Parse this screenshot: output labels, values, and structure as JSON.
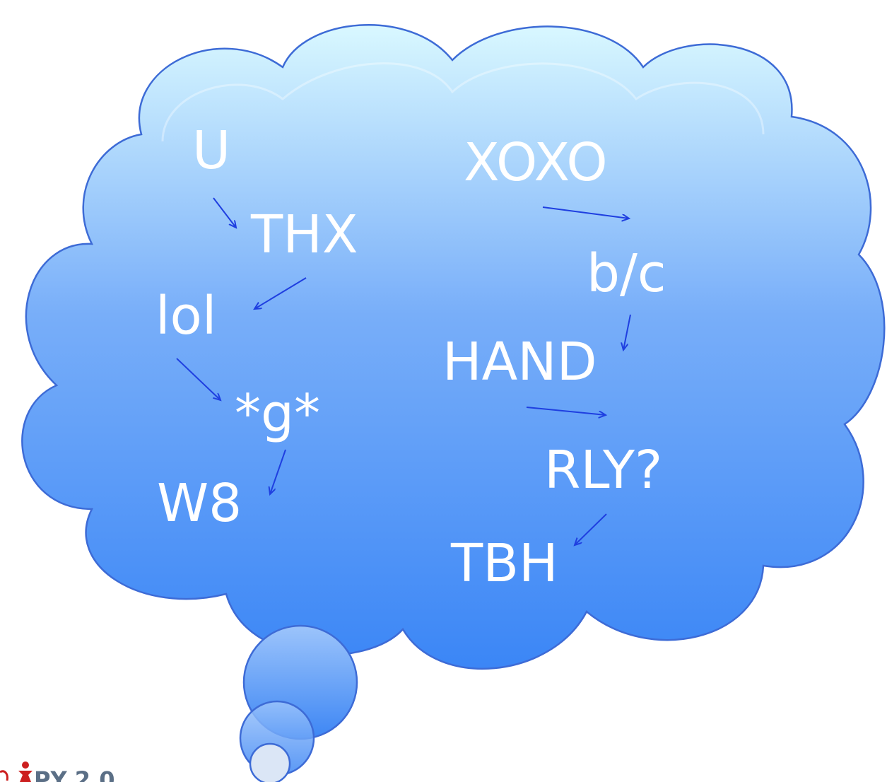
{
  "colors": {
    "cloud_top": "#d9f8ff",
    "cloud_mid": "#78aef9",
    "cloud_bottom": "#3b86f6",
    "cloud_outline": "#3d6bd6",
    "text": "#ffffff",
    "arrow": "#1f3fe0",
    "logo_accent": "#cc1f1f"
  },
  "left_column": {
    "items": [
      {
        "label": "U"
      },
      {
        "label": "THX"
      },
      {
        "label": "lol"
      },
      {
        "label": "*g*"
      },
      {
        "label": "W8"
      }
    ]
  },
  "right_column": {
    "items": [
      {
        "label": "XOXO"
      },
      {
        "label": "b/c"
      },
      {
        "label": "HAND"
      },
      {
        "label": "RLY?"
      },
      {
        "label": "TBH"
      }
    ]
  },
  "logo": {
    "icon": "person-icon",
    "text": "PY 2.0"
  }
}
